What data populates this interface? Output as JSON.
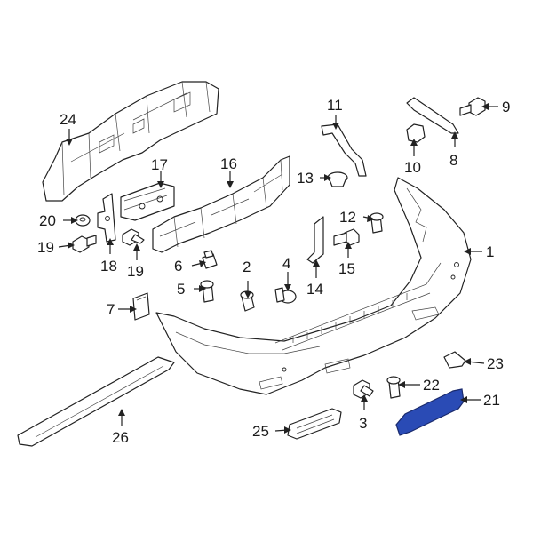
{
  "diagram": {
    "highlight_color": "#2a4bb5",
    "callouts": {
      "c1": "1",
      "c2": "2",
      "c3": "3",
      "c5": "5",
      "c6": "6",
      "c7": "7",
      "c8": "8",
      "c9": "9",
      "c10": "10",
      "c11": "11",
      "c12": "12",
      "c13": "13",
      "c14": "14",
      "c15": "15",
      "c16": "16",
      "c17": "17",
      "c18": "18",
      "c19a": "19",
      "c19b": "19",
      "c20": "20",
      "c21": "21",
      "c22": "22",
      "c23": "23",
      "c24": "24",
      "c25": "25",
      "c26": "26",
      "c4": "4"
    }
  }
}
